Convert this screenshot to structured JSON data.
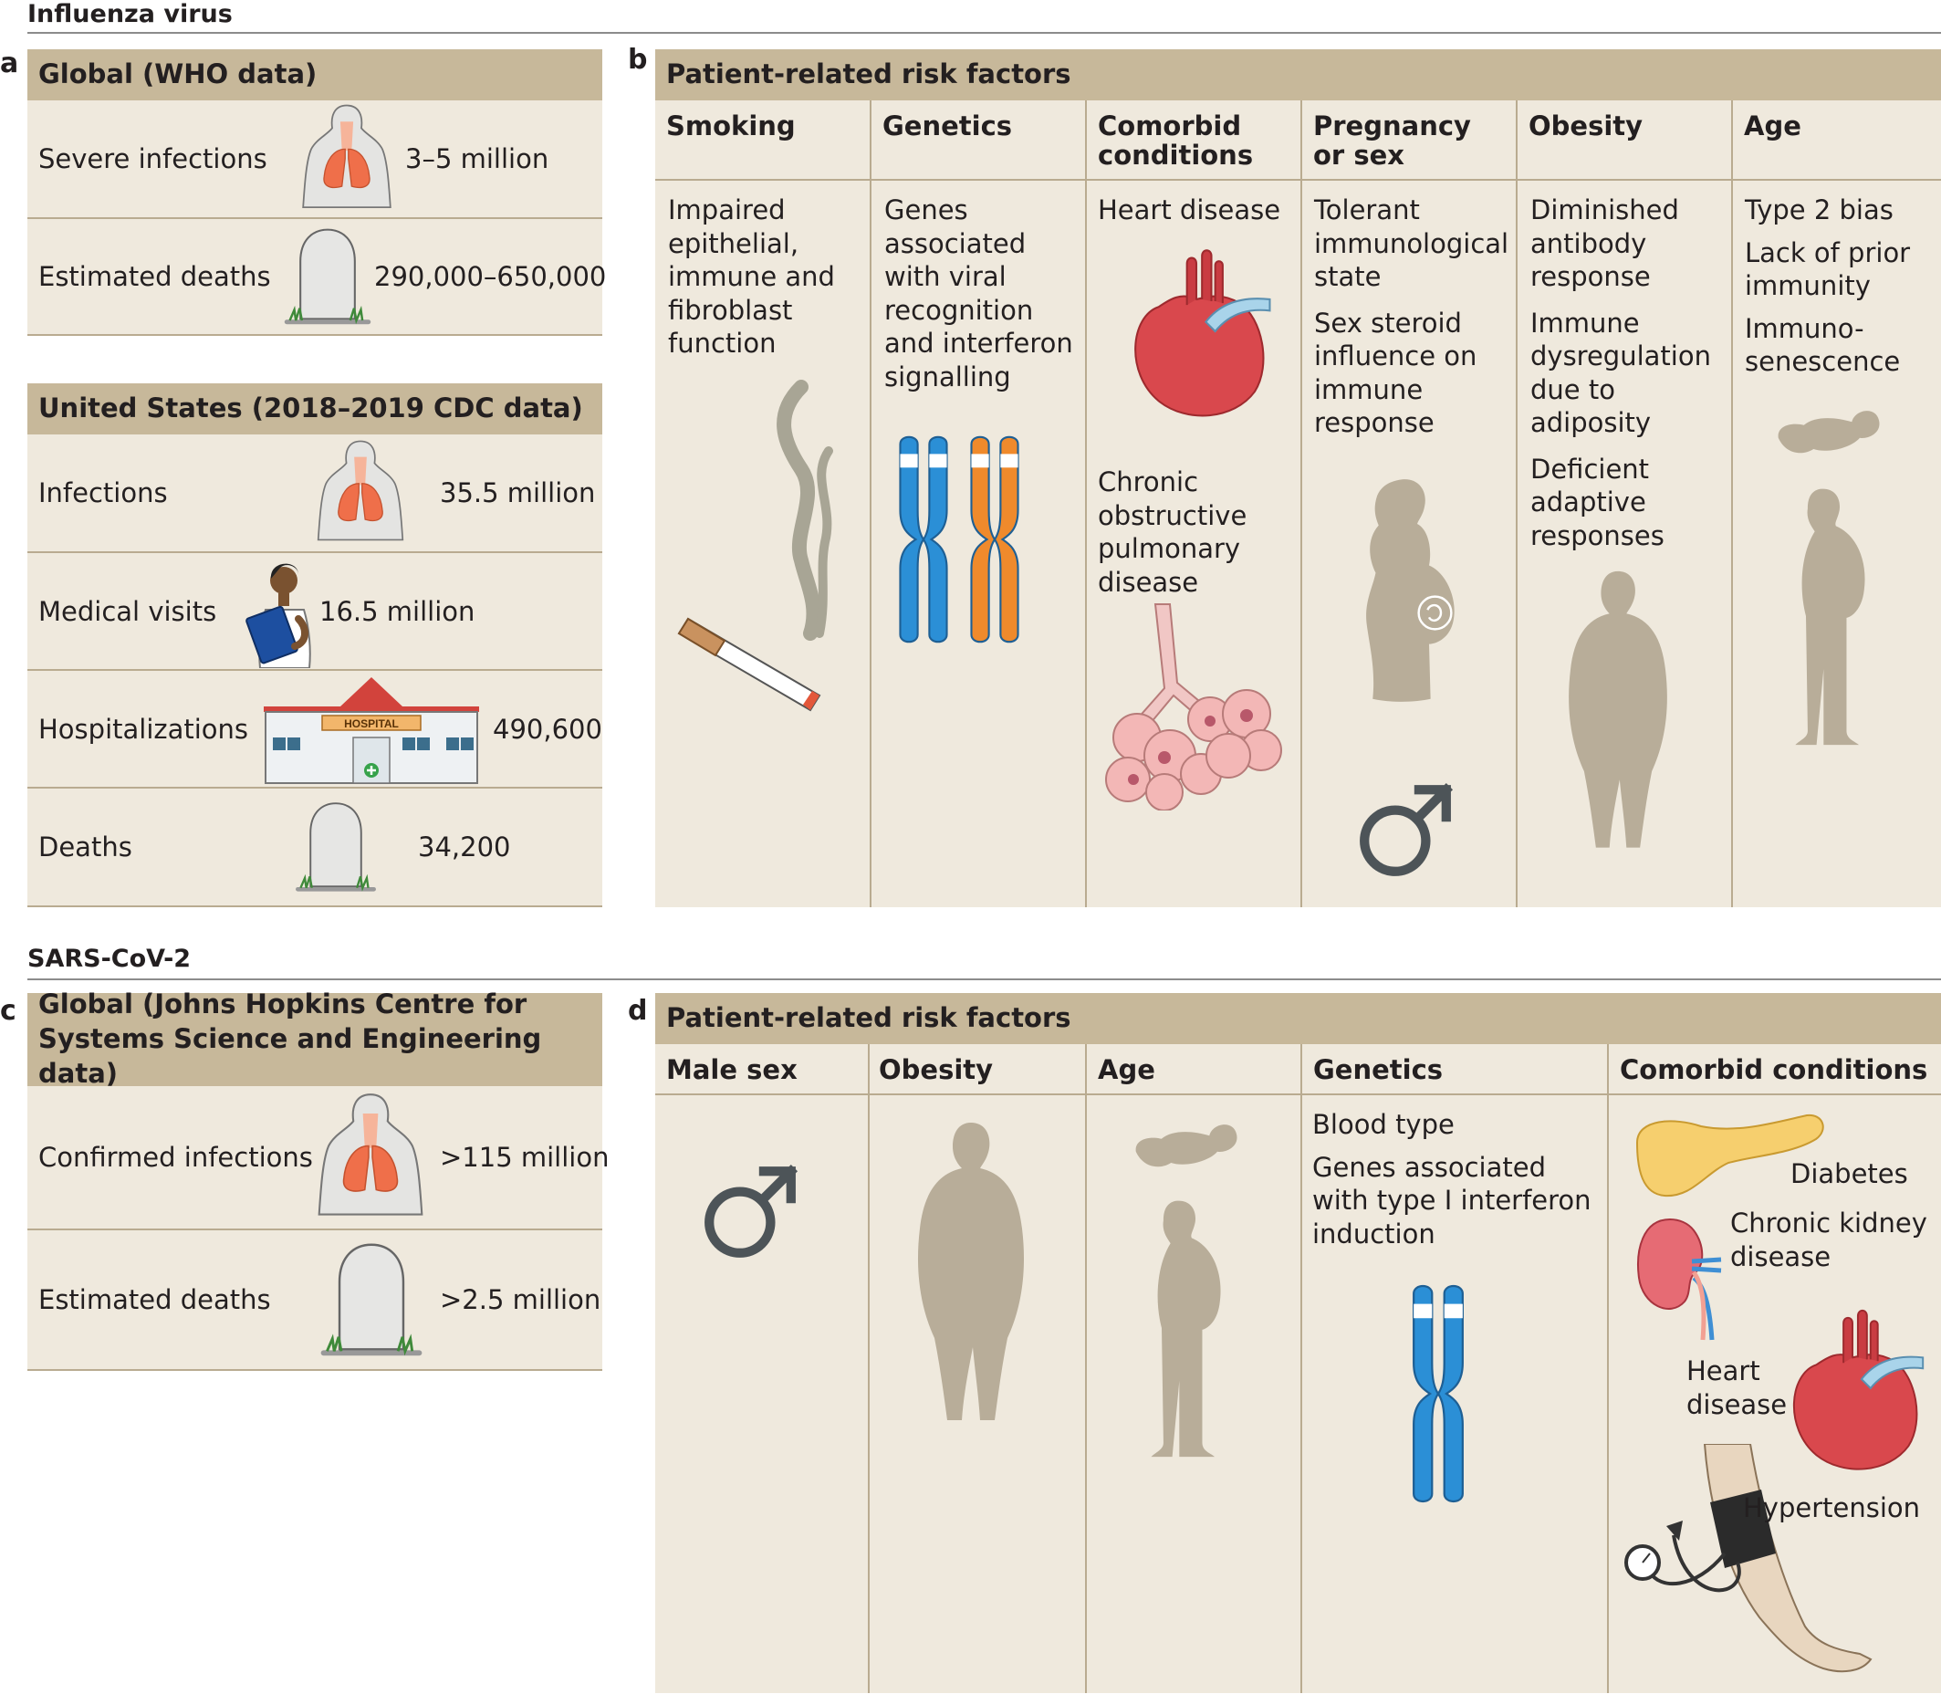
{
  "influenza": {
    "section_title": "Influenza virus",
    "a": {
      "label": "a",
      "global": {
        "title": "Global (WHO data)",
        "rows": [
          {
            "label": "Severe infections",
            "value": "3–5 million",
            "icon": "lungs-icon"
          },
          {
            "label": "Estimated deaths",
            "value": "290,000–650,000",
            "icon": "gravestone-icon"
          }
        ]
      },
      "us": {
        "title": "United States (2018–2019 CDC data)",
        "rows": [
          {
            "label": "Infections",
            "value": "35.5 million",
            "icon": "lungs-icon"
          },
          {
            "label": "Medical visits",
            "value": "16.5 million",
            "icon": "doctor-icon"
          },
          {
            "label": "Hospitalizations",
            "value": "490,600",
            "icon": "hospital-icon"
          },
          {
            "label": "Deaths",
            "value": "34,200",
            "icon": "gravestone-icon"
          }
        ],
        "hospital_sign": "HOSPITAL"
      }
    },
    "b": {
      "label": "b",
      "title": "Patient-related risk factors",
      "columns": [
        {
          "header": "Smoking",
          "texts": [
            "Impaired epithelial, immune and fibroblast function"
          ]
        },
        {
          "header": "Genetics",
          "texts": [
            "Genes associated with viral recognition and interferon signalling"
          ]
        },
        {
          "header": "Comorbid conditions",
          "texts": [
            "Heart disease",
            "Chronic obstructive pulmonary disease"
          ]
        },
        {
          "header": "Pregnancy or sex",
          "texts": [
            "Tolerant immunological state",
            "Sex steroid influence on immune response"
          ]
        },
        {
          "header": "Obesity",
          "texts": [
            "Diminished antibody response",
            "Immune dysregulation due to adiposity",
            "Deficient adaptive responses"
          ]
        },
        {
          "header": "Age",
          "texts": [
            "Type 2 bias",
            "Lack of prior immunity",
            "Immuno-senescence"
          ]
        }
      ]
    }
  },
  "sars": {
    "section_title": "SARS-CoV-2",
    "c": {
      "label": "c",
      "title": "Global (Johns Hopkins Centre for Systems Science and Engineering data)",
      "rows": [
        {
          "label": "Confirmed infections",
          "value": ">115 million",
          "icon": "lungs-icon"
        },
        {
          "label": "Estimated deaths",
          "value": ">2.5 million",
          "icon": "gravestone-icon"
        }
      ]
    },
    "d": {
      "label": "d",
      "title": "Patient-related risk factors",
      "columns": [
        {
          "header": "Male sex",
          "texts": []
        },
        {
          "header": "Obesity",
          "texts": []
        },
        {
          "header": "Age",
          "texts": []
        },
        {
          "header": "Genetics",
          "texts": [
            "Blood type",
            "Genes associated with type I interferon induction"
          ]
        },
        {
          "header": "Comorbid conditions",
          "texts": [
            "Diabetes",
            "Chronic kidney disease",
            "Heart disease",
            "Hypertension"
          ]
        }
      ]
    }
  },
  "colors": {
    "panel_bg": "#efe9dd",
    "header_bg": "#c7b89a",
    "silhouette": "#b8ad99",
    "chromosome_blue": "#2b8fd6",
    "chromosome_orange": "#ef8a2c",
    "heart_red": "#d9484d"
  }
}
